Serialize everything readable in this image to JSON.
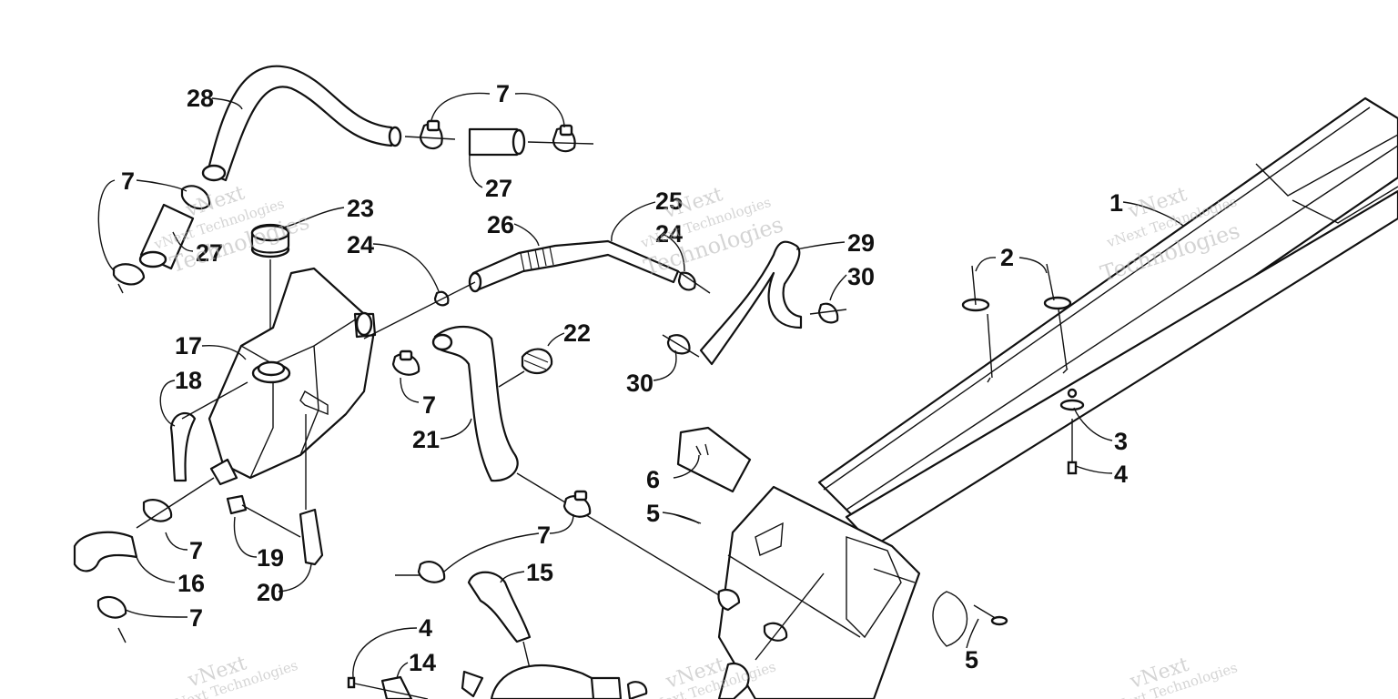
{
  "callouts": [
    "28",
    "7",
    "7",
    "27",
    "27",
    "23",
    "24",
    "26",
    "25",
    "24",
    "29",
    "30",
    "30",
    "17",
    "18",
    "22",
    "7",
    "21",
    "1",
    "2",
    "3",
    "4",
    "6",
    "5",
    "7",
    "16",
    "19",
    "20",
    "7",
    "7",
    "15",
    "4",
    "14",
    "5"
  ],
  "watermarks": {
    "brand": "vNext",
    "company": "vNext Technologies",
    "short": "Technologies"
  },
  "colors": {
    "ink": "#111111",
    "watermark": "#b9b9b9",
    "background": "#ffffff"
  }
}
